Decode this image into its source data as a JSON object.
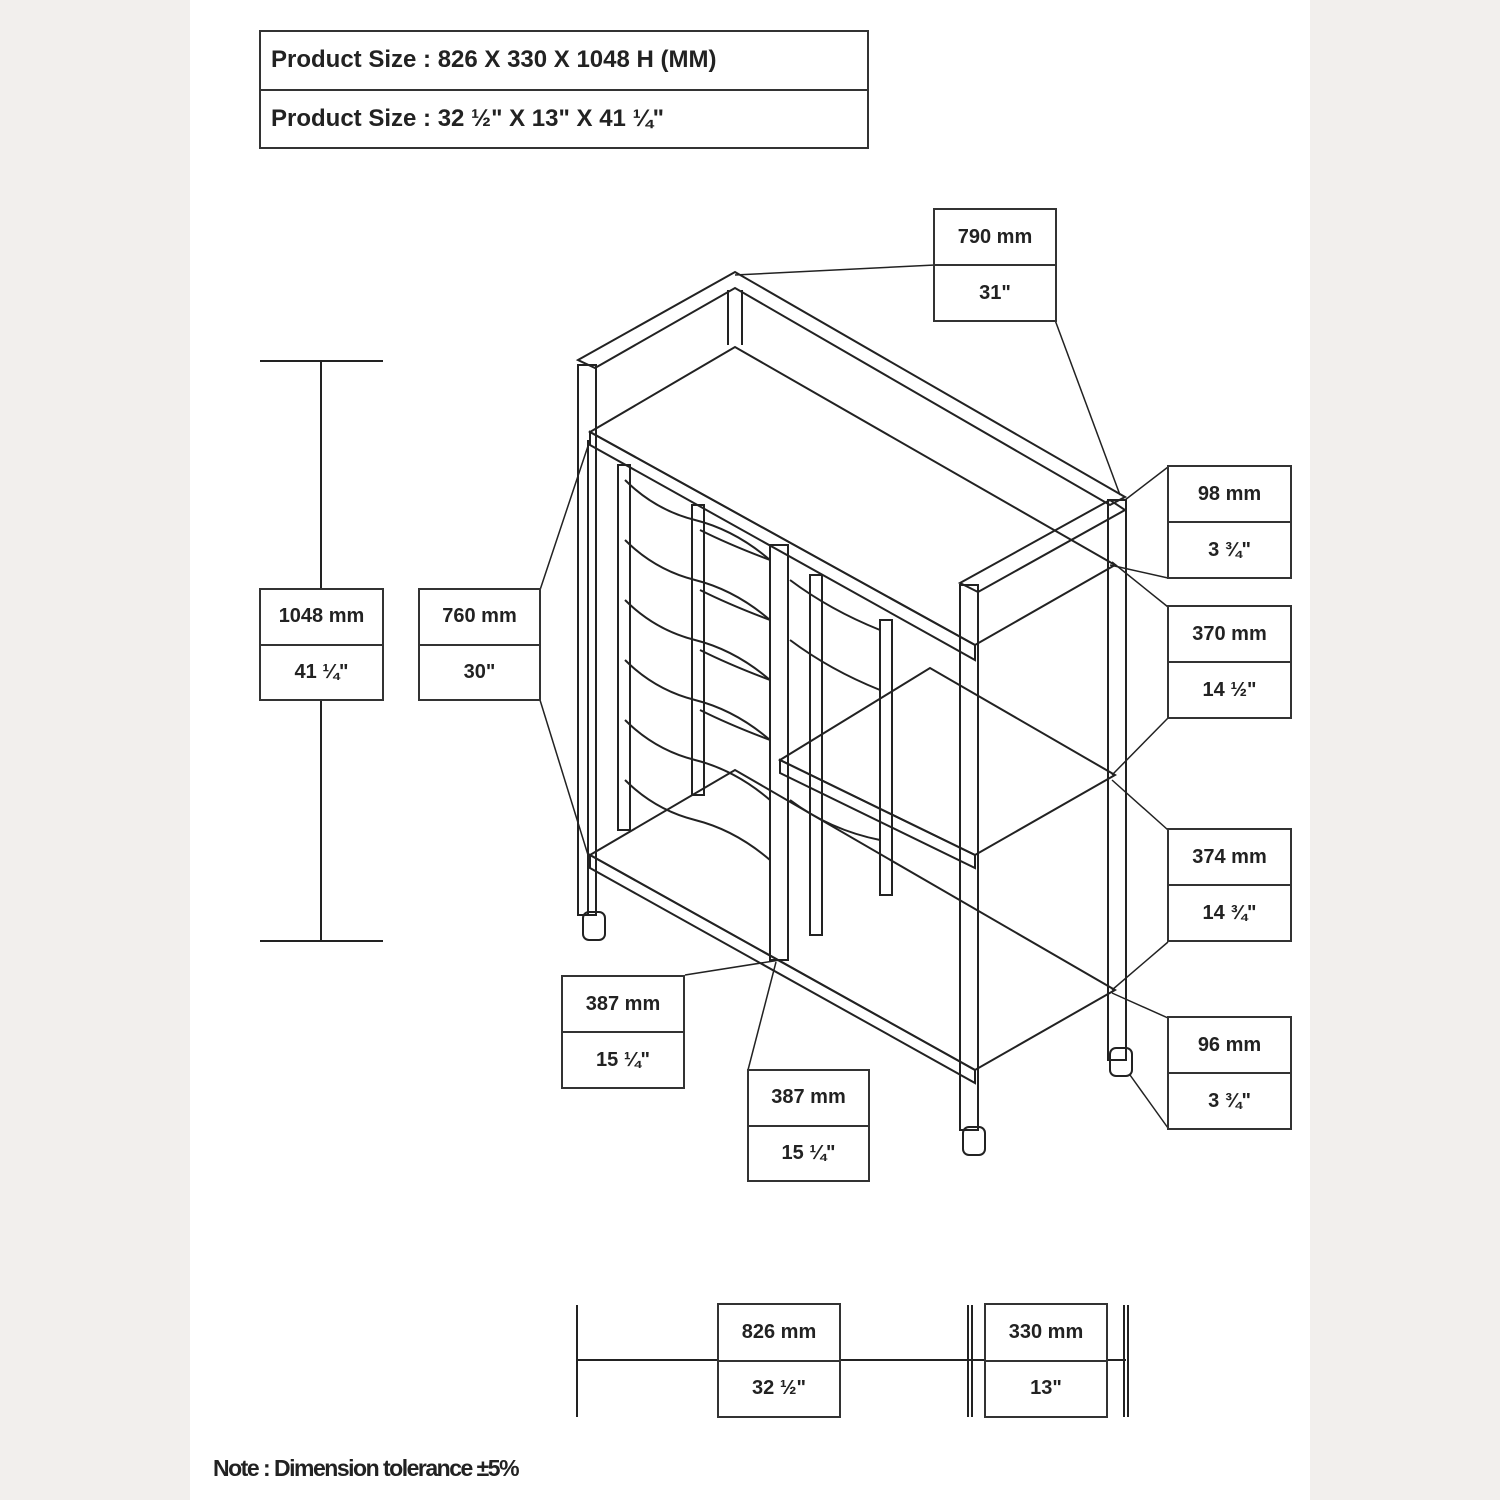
{
  "header": {
    "size_mm": "Product Size : 826 X 330 X 1048 H (MM)",
    "size_in": "Product Size :  32 ½\" X  13\"  X  41 ¼\""
  },
  "dimensions": {
    "top_rail": {
      "mm": "790 mm",
      "in": "31\""
    },
    "rail_height": {
      "mm": "98 mm",
      "in": "3 ¾\""
    },
    "upper_shelf_gap": {
      "mm": "370 mm",
      "in": "14 ½\""
    },
    "lower_shelf_gap": {
      "mm": "374 mm",
      "in": "14 ¾\""
    },
    "caster_height": {
      "mm": "96 mm",
      "in": "3 ¾\""
    },
    "overall_height": {
      "mm": "1048 mm",
      "in": "41 ¼\""
    },
    "body_height": {
      "mm": "760 mm",
      "in": "30\""
    },
    "left_section": {
      "mm": "387 mm",
      "in": "15 ¼\""
    },
    "right_section": {
      "mm": "387 mm",
      "in": "15 ¼\""
    },
    "width": {
      "mm": "826 mm",
      "in": "32 ½\""
    },
    "depth": {
      "mm": "330 mm",
      "in": "13\""
    }
  },
  "note": "Note : Dimension tolerance ±5%"
}
